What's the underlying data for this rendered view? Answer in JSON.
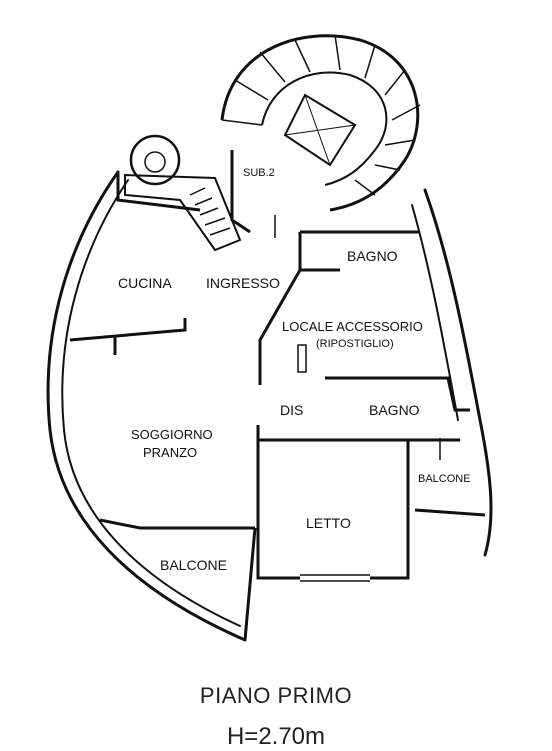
{
  "plan": {
    "rooms": {
      "sub2": "SUB.2",
      "bagno_top": "BAGNO",
      "cucina": "CUCINA",
      "ingresso": "INGRESSO",
      "locale_accessorio": "LOCALE ACCESSORIO",
      "ripostiglio": "(RIPOSTIGLIO)",
      "dis": "DIS",
      "bagno_mid": "BAGNO",
      "soggiorno": "SOGGIORNO",
      "pranzo": "PRANZO",
      "balcone_right": "BALCONE",
      "letto": "LETTO",
      "balcone_bottom": "BALCONE"
    }
  },
  "caption": {
    "title": "PIANO PRIMO",
    "height": "H=2.70m"
  }
}
